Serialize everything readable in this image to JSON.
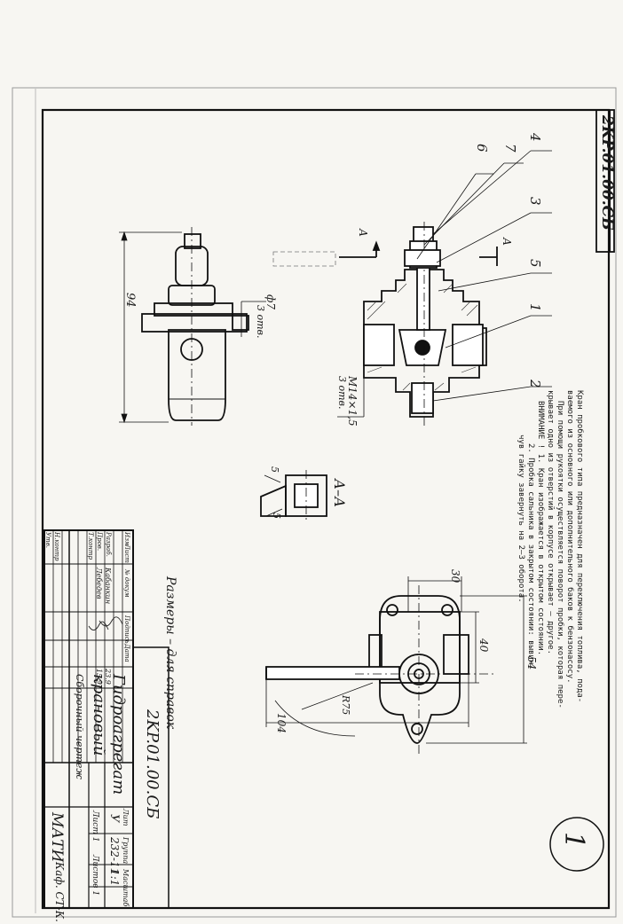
{
  "doc": {
    "code_corner": "2KP.01.00.СБ",
    "sheet_mark": "1"
  },
  "notes": {
    "line1": "Кран пробкового типа предназначен для переключения топлива, пода-",
    "line2": "ваемого из основного или дополнительного баков к бензонасосу.",
    "line3": "При помощи рукоятки осуществляется поворот пробки, которая пере-",
    "line4": "крывает одно из отверстий в корпусе открывает – другое.",
    "line5": "ВНИМАНИЕ ! 1. Кран изображается в открытом состоянии.",
    "line6": "2. Пробка сальника в закрытом состоянии: вывин-",
    "line7": "чув гайку завернуть на 2–3 оборота."
  },
  "dimensions": {
    "d94": "94",
    "hole": "ф7",
    "hole_count": "3 отв.",
    "thread": "M14×1,5",
    "thread_count": "3 отв.",
    "d30": "30",
    "d40": "40",
    "d54": "54",
    "r75": "R75",
    "d104": "104"
  },
  "callouts": [
    "4",
    "7",
    "6",
    "3",
    "5",
    "1",
    "2"
  ],
  "section": {
    "label": "А–А",
    "markA1": "А",
    "markA2": "А",
    "s_mark1": "5",
    "s_mark2": "5"
  },
  "note_ref": "Размеры – для справок",
  "title_block": {
    "designation": "2KP.01.00.СБ",
    "name1": "Гидроагрегат",
    "name2": "крановый",
    "doc_type": "Сборочный чертеж",
    "org": "МАТИ",
    "dept": "Каф. СТ-К.",
    "col_lit": "Лит",
    "col_mass": "Группа",
    "col_scale": "Масштаб",
    "lit_value": "У",
    "group_value": "232-11",
    "scale_value": "1:1",
    "sheet_label": "Лист 1",
    "sheets_label": "Листов 1",
    "roles": [
      "Изм",
      "Разраб.",
      "Пров.",
      "Т.контр",
      "",
      "Н.контр",
      "Утв."
    ],
    "names": [
      "Лист",
      "Кабанкин",
      "Лебедев",
      "",
      "",
      "",
      ""
    ],
    "head": [
      "Изм",
      "Лист",
      "№ докум",
      "Подпись",
      "Дата"
    ],
    "dates": [
      "",
      "23.9",
      "15.9",
      "",
      "",
      "",
      ""
    ]
  }
}
